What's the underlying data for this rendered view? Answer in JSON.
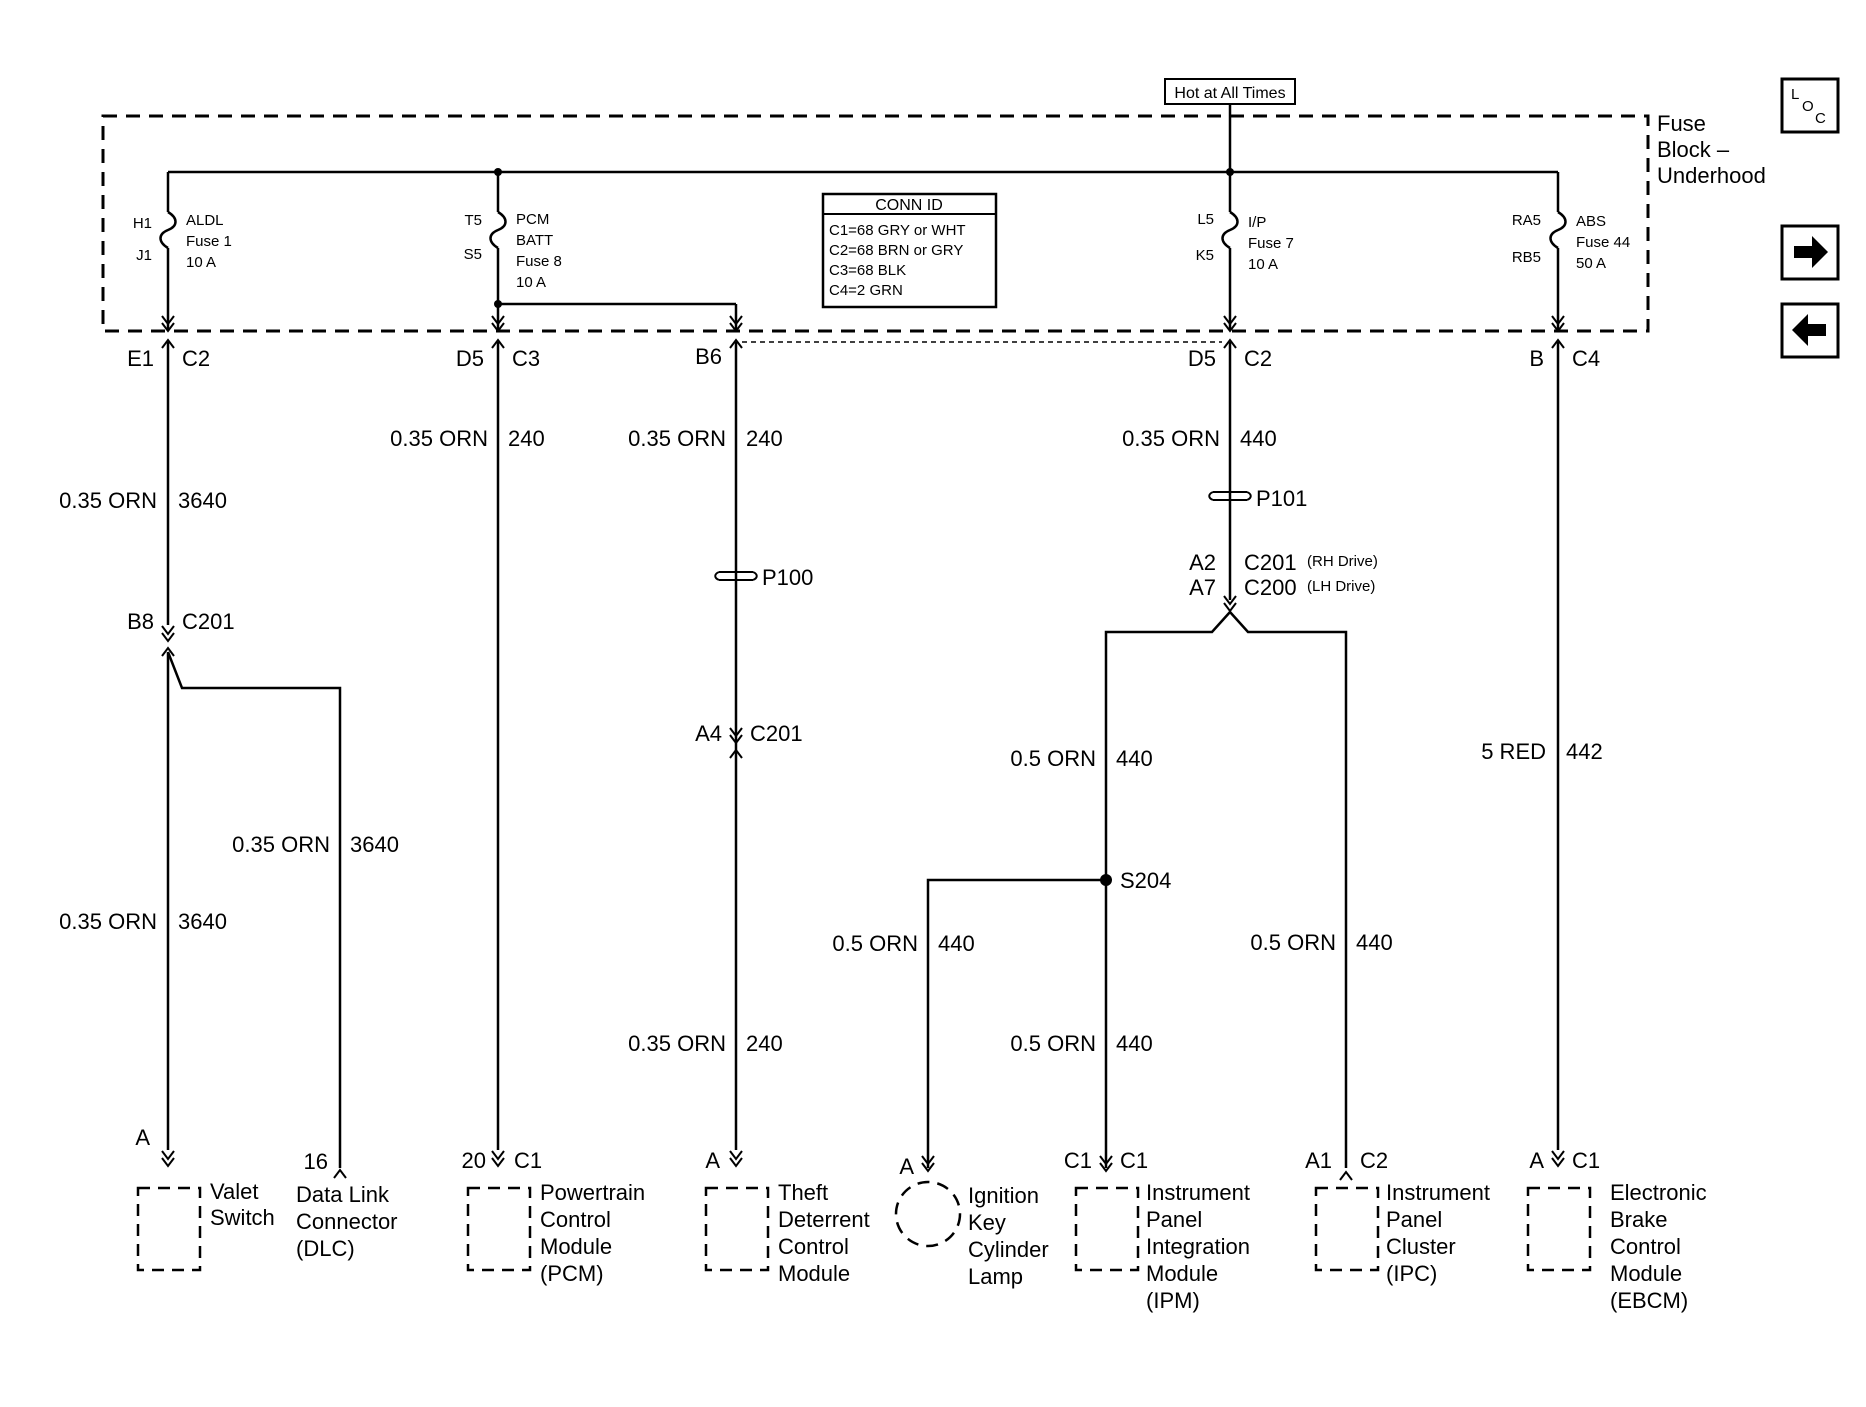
{
  "power": {
    "hot_label": "Hot at All Times",
    "fuse_block": [
      "Fuse",
      "Block –",
      "Underhood"
    ]
  },
  "conn_id": {
    "title": "CONN ID",
    "lines": [
      "C1=68 GRY or WHT",
      "C2=68 BRN or GRY",
      "C3=68 BLK",
      "C4=2 GRN"
    ]
  },
  "fuses": [
    {
      "pin_top": "H1",
      "pin_bottom": "J1",
      "label": [
        "ALDL",
        "Fuse 1",
        "10 A"
      ]
    },
    {
      "pin_top": "T5",
      "pin_bottom": "S5",
      "label": [
        "PCM",
        "BATT",
        "Fuse 8",
        "10 A"
      ]
    },
    {
      "pin_top": "L5",
      "pin_bottom": "K5",
      "label": [
        "I/P",
        "Fuse 7",
        "10 A"
      ]
    },
    {
      "pin_top": "RA5",
      "pin_bottom": "RB5",
      "label": [
        "ABS",
        "Fuse 44",
        "50 A"
      ]
    }
  ],
  "block_outputs": [
    {
      "pin": "E1",
      "conn": "C2"
    },
    {
      "pin": "D5",
      "conn": "C3"
    },
    {
      "pin": "B6",
      "conn": ""
    },
    {
      "pin": "D5",
      "conn": "C2"
    },
    {
      "pin": "B",
      "conn": "C4"
    }
  ],
  "wires": [
    {
      "size": "0.35 ORN",
      "circuit": "3640"
    },
    {
      "size": "0.35 ORN",
      "circuit": "240"
    },
    {
      "size": "0.35 ORN",
      "circuit": "240"
    },
    {
      "size": "0.35 ORN",
      "circuit": "440"
    },
    {
      "size": "0.35 ORN",
      "circuit": "3640"
    },
    {
      "size": "0.35 ORN",
      "circuit": "3640"
    },
    {
      "size": "0.35 ORN",
      "circuit": "240"
    },
    {
      "size": "0.5 ORN",
      "circuit": "440"
    },
    {
      "size": "5 RED",
      "circuit": "442"
    },
    {
      "size": "0.5 ORN",
      "circuit": "440"
    },
    {
      "size": "0.5 ORN",
      "circuit": "440"
    },
    {
      "size": "0.5 ORN",
      "circuit": "440"
    }
  ],
  "inline": {
    "c201_a": {
      "pin": "B8",
      "conn": "C201"
    },
    "p100": "P100",
    "c201_b": {
      "pin": "A4",
      "conn": "C201"
    },
    "p101": "P101",
    "c201_rh": {
      "pin": "A2",
      "conn": "C201",
      "note": "(RH Drive)"
    },
    "c200_lh": {
      "pin": "A7",
      "conn": "C200",
      "note": "(LH Drive)"
    },
    "splice": "S204"
  },
  "components": [
    {
      "pin": "A",
      "conn": "",
      "name": [
        "Valet",
        "Switch"
      ]
    },
    {
      "pin": "16",
      "conn": "",
      "name": [
        "Data Link",
        "Connector",
        "(DLC)"
      ]
    },
    {
      "pin": "20",
      "conn": "C1",
      "name": [
        "Powertrain",
        "Control",
        "Module",
        "(PCM)"
      ]
    },
    {
      "pin": "A",
      "conn": "",
      "name": [
        "Theft",
        "Deterrent",
        "Control",
        "Module"
      ]
    },
    {
      "pin": "A",
      "conn": "",
      "name": [
        "Ignition",
        "Key",
        "Cylinder",
        "Lamp"
      ]
    },
    {
      "pin": "C1",
      "conn": "C1",
      "name": [
        "Instrument",
        "Panel",
        "Integration",
        "Module",
        "(IPM)"
      ]
    },
    {
      "pin": "A1",
      "conn": "C2",
      "name": [
        "Instrument",
        "Panel",
        "Cluster",
        "(IPC)"
      ]
    },
    {
      "pin": "A",
      "conn": "C1",
      "name": [
        "Electronic",
        "Brake",
        "Control",
        "Module",
        "(EBCM)"
      ]
    }
  ],
  "nav": {
    "loc": [
      "L",
      "O",
      "C"
    ],
    "next_icon": "arrow-right-icon",
    "prev_icon": "arrow-left-icon"
  }
}
